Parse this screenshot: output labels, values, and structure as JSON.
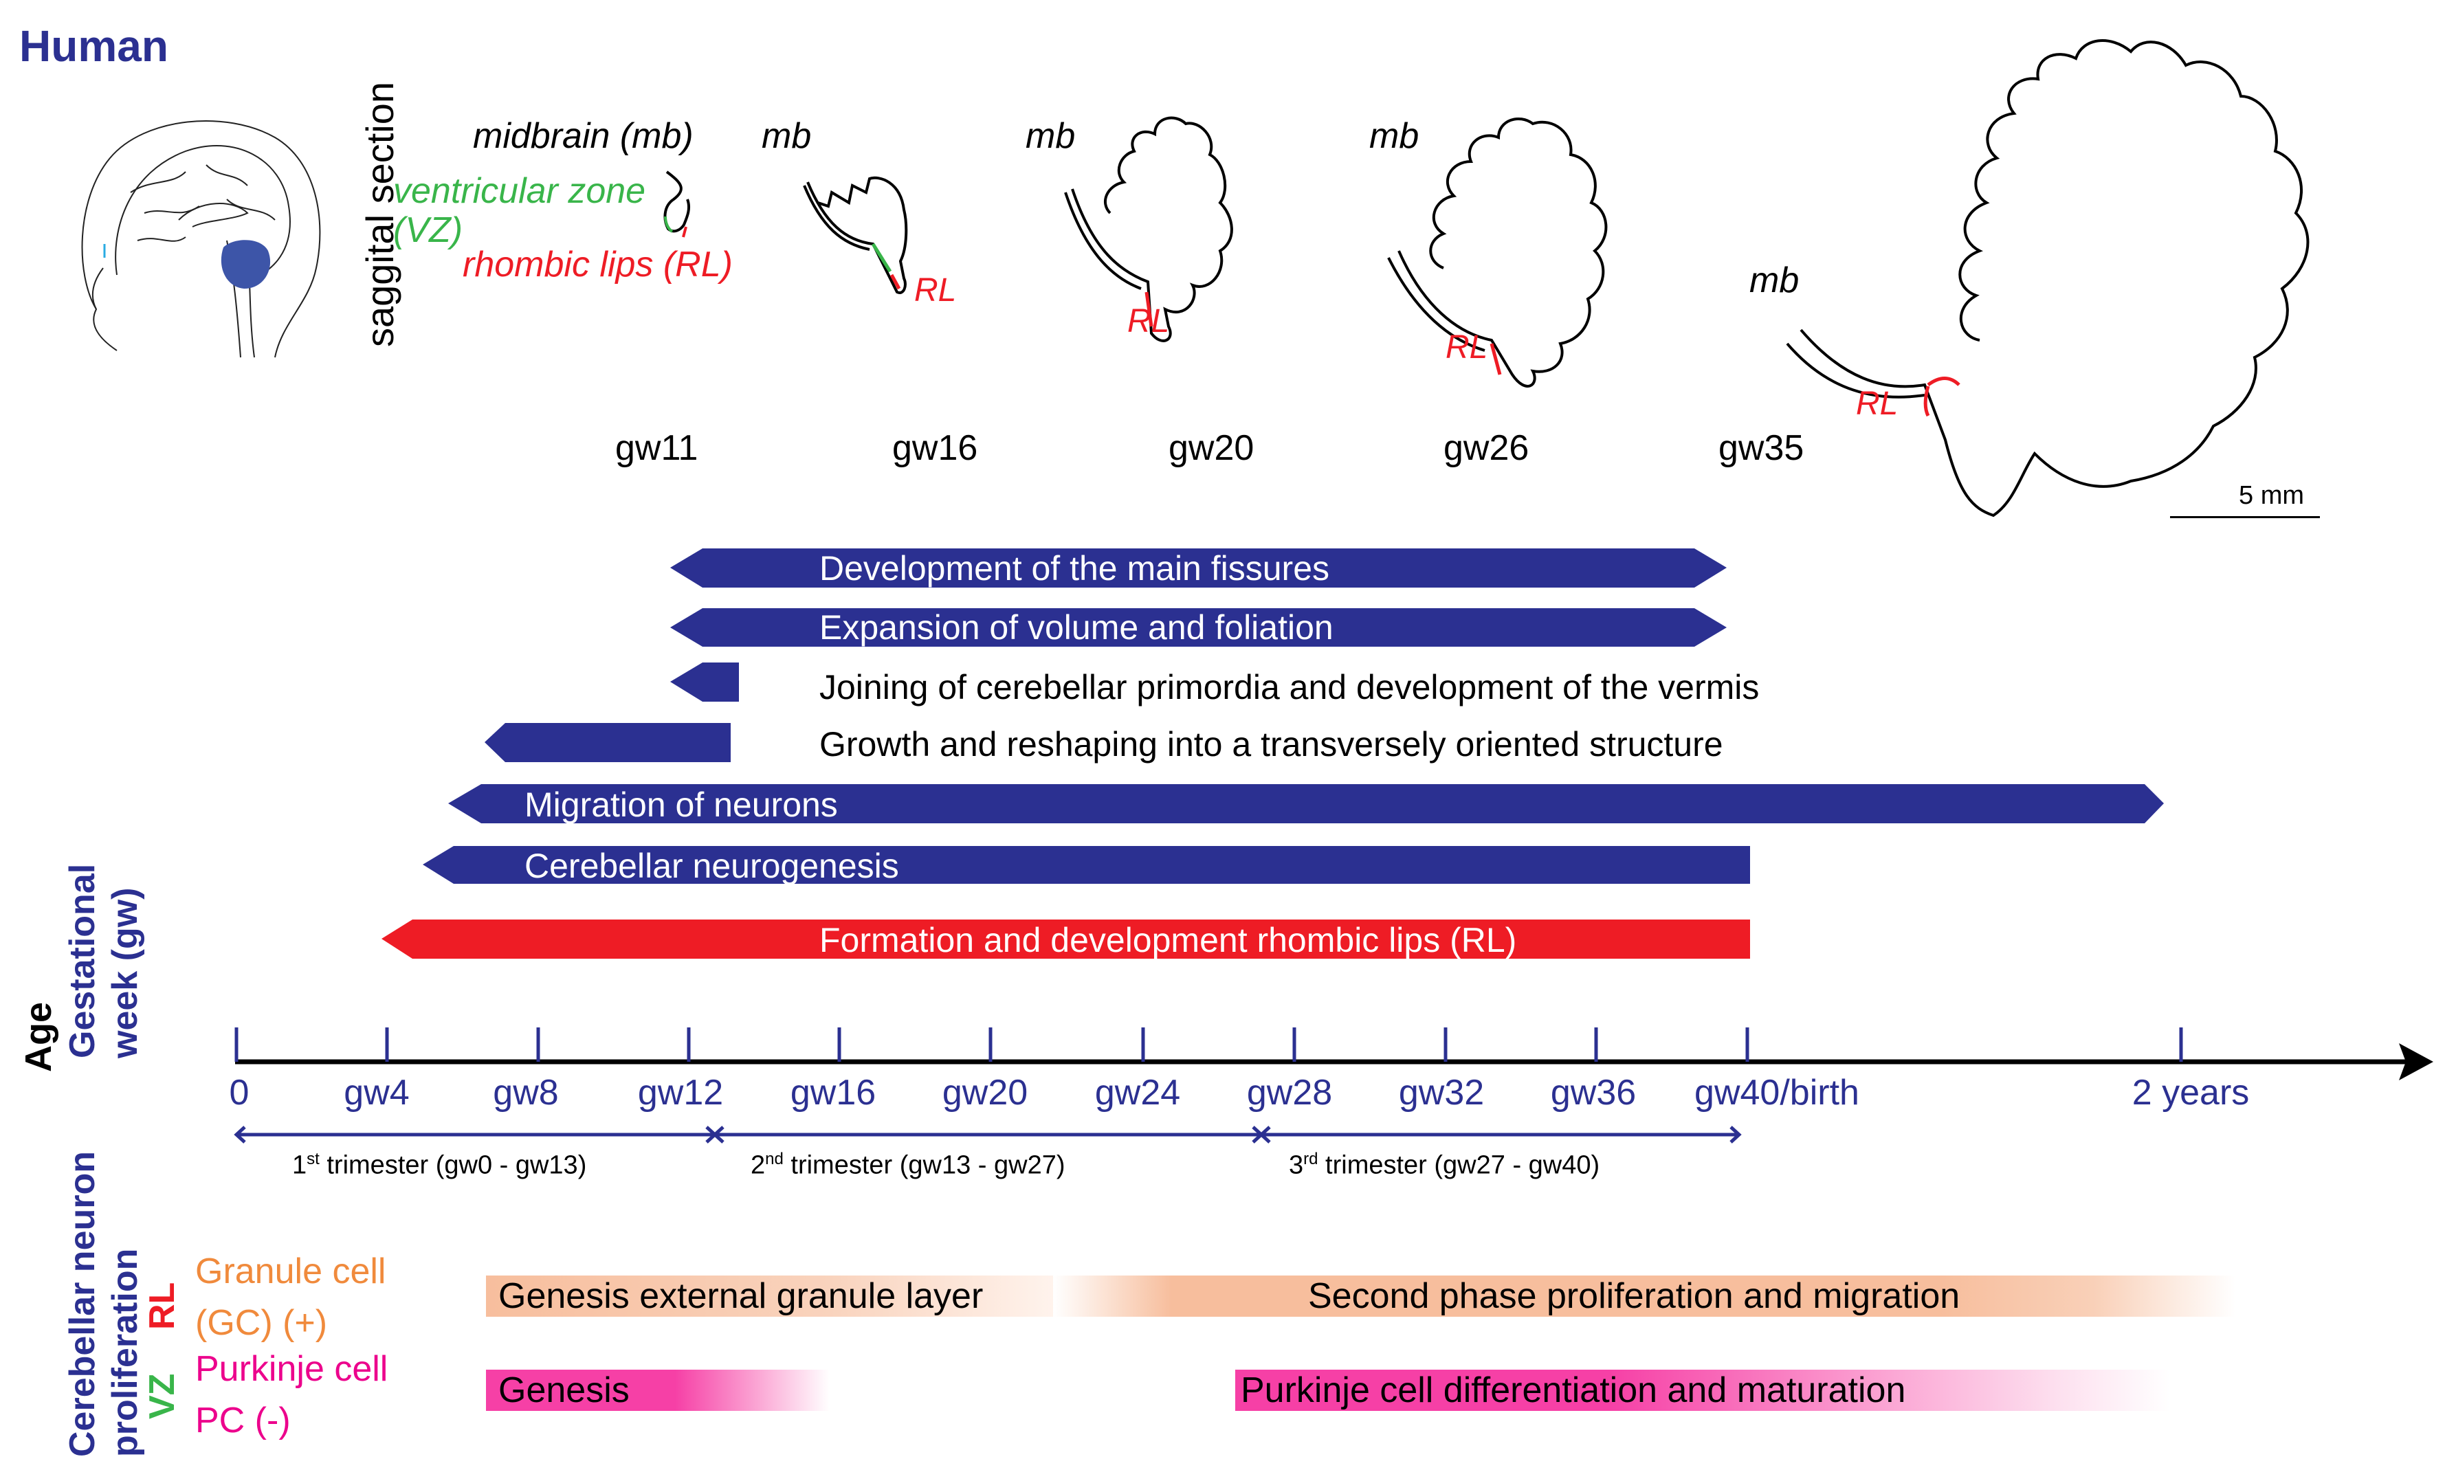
{
  "header": {
    "title": "Human"
  },
  "illustration": {
    "section_label": "saggital section",
    "midbrain_label": "midbrain (mb)",
    "vz_label_line1": "ventricular zone",
    "vz_label_line2": "(VZ)",
    "rl_label": "rhombic lips (RL)",
    "stages": [
      {
        "label": "gw11",
        "mb": "",
        "rl": ""
      },
      {
        "label": "gw16",
        "mb": "mb",
        "rl": "RL"
      },
      {
        "label": "gw20",
        "mb": "mb",
        "rl": "RL"
      },
      {
        "label": "gw26",
        "mb": "mb",
        "rl": "RL"
      },
      {
        "label": "gw35",
        "mb": "mb",
        "rl": "RL"
      }
    ],
    "scale_bar": "5 mm"
  },
  "colors": {
    "navy": "#2b3091",
    "red": "#ee1c25",
    "green": "#39b54a",
    "orange": "#f08a3c",
    "peach": "#f7be9d",
    "magenta": "#ec008c",
    "pink": "#f640a6"
  },
  "events": [
    {
      "label": "Development of the main fissures",
      "start": "gw12",
      "end": "gw39",
      "color": "#2b3091",
      "text_inside": true
    },
    {
      "label": "Expansion of volume and foliation",
      "start": "gw12",
      "end": "gw39",
      "color": "#2b3091",
      "text_inside": true
    },
    {
      "label": "Joining of cerebellar primordia and development of the vermis",
      "start": "gw12",
      "end": "gw13",
      "color": "#2b3091",
      "text_inside": false
    },
    {
      "label": "Growth and reshaping into a transversely oriented structure",
      "start": "gw6",
      "end": "gw13",
      "color": "#2b3091",
      "text_inside": false
    },
    {
      "label": "Migration of neurons",
      "start": "gw5",
      "end": "~2 years",
      "color": "#2b3091",
      "text_inside": true
    },
    {
      "label": "Cerebellar neurogenesis",
      "start": "gw5",
      "end": "gw40",
      "color": "#2b3091",
      "text_inside": true
    },
    {
      "label": "Formation and development rhombic lips (RL)",
      "start": "gw4",
      "end": "gw40",
      "color": "#ee1c25",
      "text_inside": true
    }
  ],
  "axis": {
    "age_label": "Age",
    "gw_label_line1": "Gestational",
    "gw_label_line2": "week (gw)",
    "ticks": [
      "0",
      "gw4",
      "gw8",
      "gw12",
      "gw16",
      "gw20",
      "gw24",
      "gw28",
      "gw32",
      "gw36",
      "gw40/birth",
      "2 years"
    ],
    "trimesters": [
      {
        "ord": "1",
        "sup": "st",
        "text": " trimester (gw0 - gw13)"
      },
      {
        "ord": "2",
        "sup": "nd",
        "text": " trimester (gw13 - gw27)"
      },
      {
        "ord": "3",
        "sup": "rd",
        "text": " trimester (gw27 - gw40)"
      }
    ]
  },
  "proliferation": {
    "section_label_line1": "Cerebellar neuron",
    "section_label_line2": "proliferation",
    "rl_tag": "RL",
    "vz_tag": "VZ",
    "granule_label_line1": "Granule cell",
    "granule_label_line2": "(GC) (+)",
    "purkinje_label_line1": "Purkinje cell",
    "purkinje_label_line2": "PC (-)",
    "granule_bars": [
      {
        "label": "Genesis external granule layer"
      },
      {
        "label": "Second phase proliferation and migration"
      }
    ],
    "purkinje_bars": [
      {
        "label": "Genesis"
      },
      {
        "label": "Purkinje cell differentiation and maturation"
      }
    ]
  },
  "chart_data": {
    "type": "gantt",
    "title": "Human",
    "xlabel": "Age – Gestational week (gw)",
    "x_ticks": [
      "0",
      "gw4",
      "gw8",
      "gw12",
      "gw16",
      "gw20",
      "gw24",
      "gw28",
      "gw32",
      "gw36",
      "gw40/birth",
      "2 years"
    ],
    "series": [
      {
        "name": "Development of the main fissures",
        "start_gw": 12,
        "end_gw": 39
      },
      {
        "name": "Expansion of volume and foliation",
        "start_gw": 12,
        "end_gw": 39
      },
      {
        "name": "Joining of cerebellar primordia and development of the vermis",
        "start_gw": 12,
        "end_gw": 13
      },
      {
        "name": "Growth and reshaping into a transversely oriented structure",
        "start_gw": 6,
        "end_gw": 13
      },
      {
        "name": "Migration of neurons",
        "start_gw": 5.5,
        "end": "~2 years"
      },
      {
        "name": "Cerebellar neurogenesis",
        "start_gw": 5,
        "end_gw": 40
      },
      {
        "name": "Formation and development rhombic lips (RL)",
        "start_gw": 4,
        "end_gw": 40
      },
      {
        "name": "Genesis external granule layer (GC, RL)",
        "start_gw": 6,
        "end_gw": 21
      },
      {
        "name": "Second phase proliferation and migration (GC, RL)",
        "start_gw": 21,
        "end": "~2 years"
      },
      {
        "name": "Genesis (PC, VZ)",
        "start_gw": 6,
        "end_gw": 15
      },
      {
        "name": "Purkinje cell differentiation and maturation (PC, VZ)",
        "start_gw": 26,
        "end": "~2 years"
      }
    ]
  }
}
